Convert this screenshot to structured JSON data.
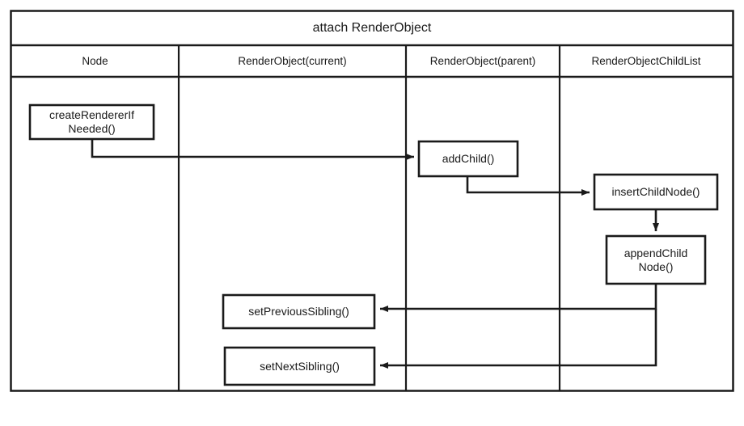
{
  "diagram": {
    "type": "sequence-lifeline-diagram",
    "title": "attach RenderObject",
    "columns": [
      {
        "id": "node",
        "label": "Node"
      },
      {
        "id": "renderobject-current",
        "label": "RenderObject(current)"
      },
      {
        "id": "renderobject-parent",
        "label": "RenderObject(parent)"
      },
      {
        "id": "renderobjectchildlist",
        "label": "RenderObjectChildList"
      }
    ],
    "nodes": [
      {
        "id": "create-renderer-if-needed",
        "label": "createRendererIf\nNeeded()",
        "column": "node"
      },
      {
        "id": "add-child",
        "label": "addChild()",
        "column": "renderobject-parent"
      },
      {
        "id": "insert-child-node",
        "label": "insertChildNode()",
        "column": "renderobjectchildlist"
      },
      {
        "id": "append-child-node",
        "label": "appendChild\nNode()",
        "column": "renderobjectchildlist"
      },
      {
        "id": "set-previous-sibling",
        "label": "setPreviousSibling()",
        "column": "renderobject-current"
      },
      {
        "id": "set-next-sibling",
        "label": "setNextSibling()",
        "column": "renderobject-current"
      }
    ],
    "edges": [
      {
        "id": "edge-create-to-addchild",
        "from": "create-renderer-if-needed",
        "to": "add-child"
      },
      {
        "id": "edge-addchild-to-insert",
        "from": "add-child",
        "to": "insert-child-node"
      },
      {
        "id": "edge-insert-to-append",
        "from": "insert-child-node",
        "to": "append-child-node"
      },
      {
        "id": "edge-append-to-setprevious",
        "from": "append-child-node",
        "to": "set-previous-sibling"
      },
      {
        "id": "edge-append-to-setnext",
        "from": "append-child-node",
        "to": "set-next-sibling"
      }
    ],
    "colors": {
      "stroke": "#1a1a1a",
      "fill": "#ffffff",
      "background": "#ffffff"
    }
  }
}
